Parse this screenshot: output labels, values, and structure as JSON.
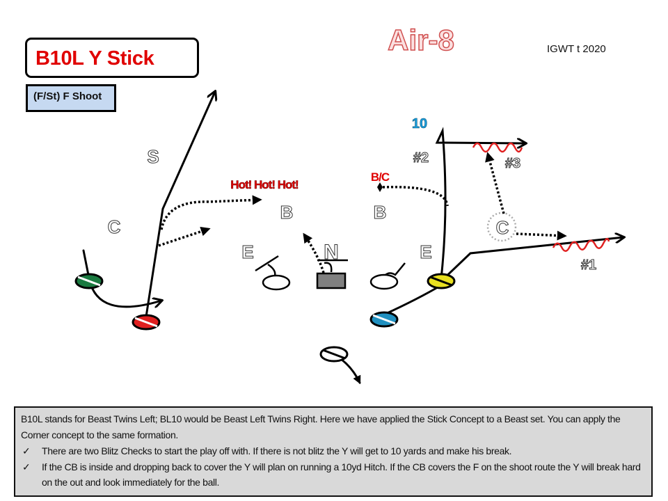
{
  "header": {
    "title": "B10L Y Stick",
    "subtitle": "(F/St) F Shoot",
    "logo_text": "Air-8",
    "credit": "IGWT t 2020"
  },
  "diagram": {
    "labels": {
      "safety": "S",
      "corner_left": "C",
      "hot_call": "Hot! Hot! Hot!",
      "backer_left": "B",
      "backer_right": "B",
      "end_left": "E",
      "nose": "N",
      "end_right": "E",
      "blitz_check": "B/C",
      "depth": "10",
      "receiver_2": "#2",
      "receiver_3": "#3",
      "receiver_1": "#1",
      "corner_right": "C"
    },
    "colors": {
      "receiver_x": "#1a7a40",
      "receiver_f": "#e02020",
      "receiver_y": "#e8e020",
      "receiver_blue": "#2090c0",
      "hot_text": "#e00000",
      "depth_text": "#1aa0e0",
      "squiggle": "#e02020",
      "logo": "#e07070"
    }
  },
  "notes": {
    "intro": "B10L stands for Beast Twins Left; BL10 would be Beast Left Twins Right. Here we have applied the Stick Concept to a Beast set. You can apply the Corner concept to the same formation.",
    "bullet_icon": "✓",
    "bullets": [
      "There are two Blitz Checks to start the play off with. If there is not blitz the Y will get to 10 yards and make his break.",
      "If the CB is inside and dropping back to cover the Y will plan on running a 10yd Hitch. If the CB covers the F on the shoot route the Y will break hard on the out and look immediately for the ball."
    ]
  }
}
